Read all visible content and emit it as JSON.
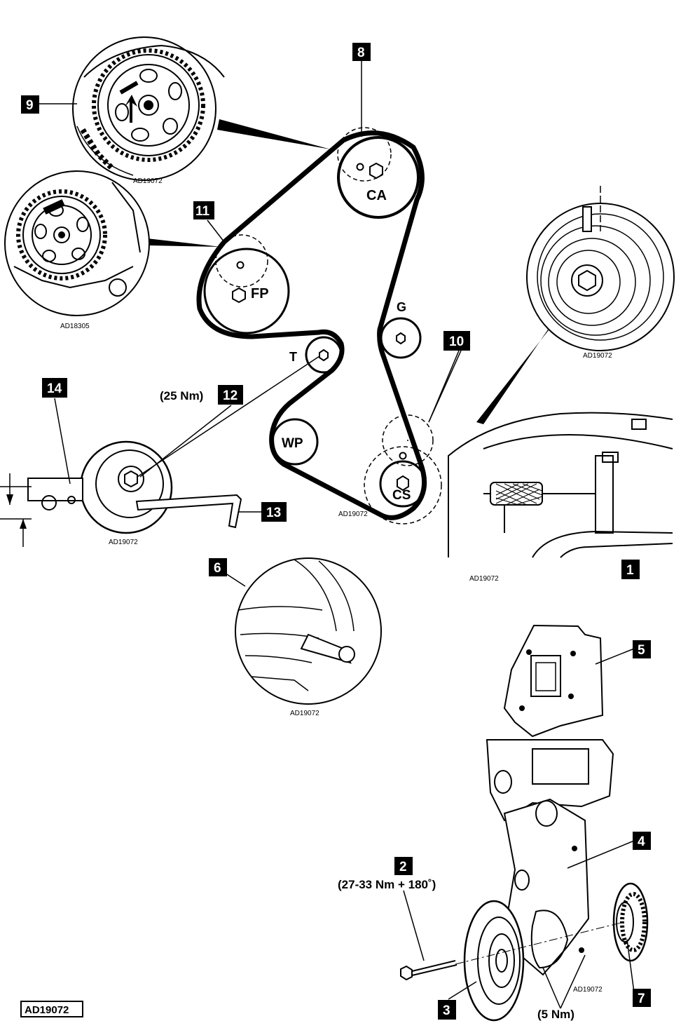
{
  "diagram_ref": "AD19072",
  "insets": {
    "camshaft_detail_ref": "AD19072",
    "fuel_pump_detail_ref": "AD18305",
    "crank_pulley_detail_ref": "AD19072",
    "tensioner_detail_ref": "AD19072",
    "belt_routing_ref": "AD19072",
    "locking_tool_ref": "AD19072",
    "tensioner_mark_detail_ref": "AD19072",
    "cover_assembly_ref": "AD19072"
  },
  "pulleys": {
    "camshaft": "CA",
    "fuel_pump": "FP",
    "guide": "G",
    "tensioner": "T",
    "water_pump": "WP",
    "crankshaft": "CS"
  },
  "callouts": {
    "c1": "1",
    "c2": "2",
    "c3": "3",
    "c4": "4",
    "c5": "5",
    "c6": "6",
    "c7": "7",
    "c8": "8",
    "c9": "9",
    "c10": "10",
    "c11": "11",
    "c12": "12",
    "c13": "13",
    "c14": "14"
  },
  "torques": {
    "tensioner": "(25 Nm)",
    "crank_bolt": "(27-33 Nm + 180˚)",
    "cover_bolts": "(5 Nm)"
  },
  "colors": {
    "ink": "#000000",
    "paper": "#ffffff",
    "callout_box": "#000000"
  }
}
